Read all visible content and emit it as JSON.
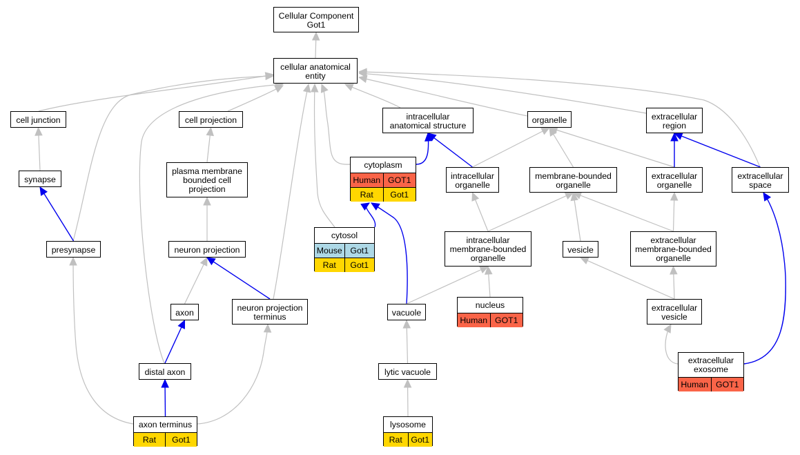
{
  "colors": {
    "grey_edge": "#c0c0c0",
    "blue_edge": "#0000ee",
    "Human": "#fa6448",
    "Rat": "#ffd700",
    "Mouse": "#add8e6"
  },
  "nodes": [
    {
      "id": "root",
      "label": "Cellular Component\nGot1",
      "annotations": []
    },
    {
      "id": "cae",
      "label": "cellular anatomical\nentity",
      "annotations": []
    },
    {
      "id": "celljunction",
      "label": "cell junction",
      "annotations": []
    },
    {
      "id": "cellprojection",
      "label": "cell projection",
      "annotations": []
    },
    {
      "id": "ias",
      "label": "intracellular\nanatomical structure",
      "annotations": []
    },
    {
      "id": "organelle",
      "label": "organelle",
      "annotations": []
    },
    {
      "id": "extregion",
      "label": "extracellular\nregion",
      "annotations": []
    },
    {
      "id": "synapse",
      "label": "synapse",
      "annotations": []
    },
    {
      "id": "pmbcp",
      "label": "plasma membrane\nbounded cell\nprojection",
      "annotations": []
    },
    {
      "id": "cytoplasm",
      "label": "cytoplasm",
      "annotations": [
        {
          "species": "Human",
          "gene": "GOT1"
        },
        {
          "species": "Rat",
          "gene": "Got1"
        }
      ]
    },
    {
      "id": "intorg",
      "label": "intracellular\norganelle",
      "annotations": []
    },
    {
      "id": "mbo",
      "label": "membrane-bounded\norganelle",
      "annotations": []
    },
    {
      "id": "extorg",
      "label": "extracellular\norganelle",
      "annotations": []
    },
    {
      "id": "extspace",
      "label": "extracellular\nspace",
      "annotations": []
    },
    {
      "id": "presynapse",
      "label": "presynapse",
      "annotations": []
    },
    {
      "id": "neuronproj",
      "label": "neuron projection",
      "annotations": []
    },
    {
      "id": "cytosol",
      "label": "cytosol",
      "annotations": [
        {
          "species": "Mouse",
          "gene": "Got1"
        },
        {
          "species": "Rat",
          "gene": "Got1"
        }
      ]
    },
    {
      "id": "imbo",
      "label": "intracellular\nmembrane-bounded\norganelle",
      "annotations": []
    },
    {
      "id": "vesicle",
      "label": "vesicle",
      "annotations": []
    },
    {
      "id": "embo",
      "label": "extracellular\nmembrane-bounded\norganelle",
      "annotations": []
    },
    {
      "id": "axon",
      "label": "axon",
      "annotations": []
    },
    {
      "id": "npt",
      "label": "neuron projection\nterminus",
      "annotations": []
    },
    {
      "id": "vacuole",
      "label": "vacuole",
      "annotations": []
    },
    {
      "id": "nucleus",
      "label": "nucleus",
      "annotations": [
        {
          "species": "Human",
          "gene": "GOT1"
        }
      ]
    },
    {
      "id": "extvesicle",
      "label": "extracellular\nvesicle",
      "annotations": []
    },
    {
      "id": "distalaxon",
      "label": "distal axon",
      "annotations": []
    },
    {
      "id": "lyticvacuole",
      "label": "lytic vacuole",
      "annotations": []
    },
    {
      "id": "extexosome",
      "label": "extracellular\nexosome",
      "annotations": [
        {
          "species": "Human",
          "gene": "GOT1"
        }
      ]
    },
    {
      "id": "axonterminus",
      "label": "axon terminus",
      "annotations": [
        {
          "species": "Rat",
          "gene": "Got1"
        }
      ]
    },
    {
      "id": "lysosome",
      "label": "lysosome",
      "annotations": [
        {
          "species": "Rat",
          "gene": "Got1"
        }
      ]
    }
  ],
  "edges": [
    {
      "from": "cae",
      "to": "root",
      "type": "is_a"
    },
    {
      "from": "celljunction",
      "to": "cae",
      "type": "is_a"
    },
    {
      "from": "cellprojection",
      "to": "cae",
      "type": "is_a"
    },
    {
      "from": "ias",
      "to": "cae",
      "type": "is_a"
    },
    {
      "from": "organelle",
      "to": "cae",
      "type": "is_a"
    },
    {
      "from": "extregion",
      "to": "cae",
      "type": "is_a"
    },
    {
      "from": "extspace",
      "to": "cae",
      "type": "is_a"
    },
    {
      "from": "presynapse",
      "to": "cae",
      "type": "is_a"
    },
    {
      "from": "distalaxon",
      "to": "cae",
      "type": "is_a"
    },
    {
      "from": "npt",
      "to": "cae",
      "type": "is_a"
    },
    {
      "from": "cytosol",
      "to": "cae",
      "type": "is_a"
    },
    {
      "from": "cytoplasm",
      "to": "cae",
      "type": "is_a"
    },
    {
      "from": "synapse",
      "to": "celljunction",
      "type": "is_a"
    },
    {
      "from": "pmbcp",
      "to": "cellprojection",
      "type": "is_a"
    },
    {
      "from": "cytoplasm",
      "to": "ias",
      "type": "part_of"
    },
    {
      "from": "intorg",
      "to": "ias",
      "type": "part_of"
    },
    {
      "from": "intorg",
      "to": "organelle",
      "type": "is_a"
    },
    {
      "from": "mbo",
      "to": "organelle",
      "type": "is_a"
    },
    {
      "from": "extorg",
      "to": "organelle",
      "type": "is_a"
    },
    {
      "from": "extorg",
      "to": "extregion",
      "type": "part_of"
    },
    {
      "from": "extspace",
      "to": "extregion",
      "type": "part_of"
    },
    {
      "from": "presynapse",
      "to": "synapse",
      "type": "part_of"
    },
    {
      "from": "neuronproj",
      "to": "pmbcp",
      "type": "is_a"
    },
    {
      "from": "cytosol",
      "to": "cytoplasm",
      "type": "part_of"
    },
    {
      "from": "vacuole",
      "to": "cytoplasm",
      "type": "part_of"
    },
    {
      "from": "imbo",
      "to": "intorg",
      "type": "is_a"
    },
    {
      "from": "imbo",
      "to": "mbo",
      "type": "is_a"
    },
    {
      "from": "vesicle",
      "to": "mbo",
      "type": "is_a"
    },
    {
      "from": "embo",
      "to": "mbo",
      "type": "is_a"
    },
    {
      "from": "embo",
      "to": "extorg",
      "type": "is_a"
    },
    {
      "from": "axon",
      "to": "neuronproj",
      "type": "is_a"
    },
    {
      "from": "npt",
      "to": "neuronproj",
      "type": "part_of"
    },
    {
      "from": "vacuole",
      "to": "imbo",
      "type": "is_a"
    },
    {
      "from": "nucleus",
      "to": "imbo",
      "type": "is_a"
    },
    {
      "from": "extvesicle",
      "to": "vesicle",
      "type": "is_a"
    },
    {
      "from": "extvesicle",
      "to": "embo",
      "type": "is_a"
    },
    {
      "from": "distalaxon",
      "to": "axon",
      "type": "part_of"
    },
    {
      "from": "lyticvacuole",
      "to": "vacuole",
      "type": "is_a"
    },
    {
      "from": "extexosome",
      "to": "extvesicle",
      "type": "is_a"
    },
    {
      "from": "extexosome",
      "to": "extspace",
      "type": "part_of"
    },
    {
      "from": "axonterminus",
      "to": "presynapse",
      "type": "is_a"
    },
    {
      "from": "axonterminus",
      "to": "npt",
      "type": "is_a"
    },
    {
      "from": "axonterminus",
      "to": "distalaxon",
      "type": "part_of"
    },
    {
      "from": "lysosome",
      "to": "lyticvacuole",
      "type": "is_a"
    }
  ]
}
